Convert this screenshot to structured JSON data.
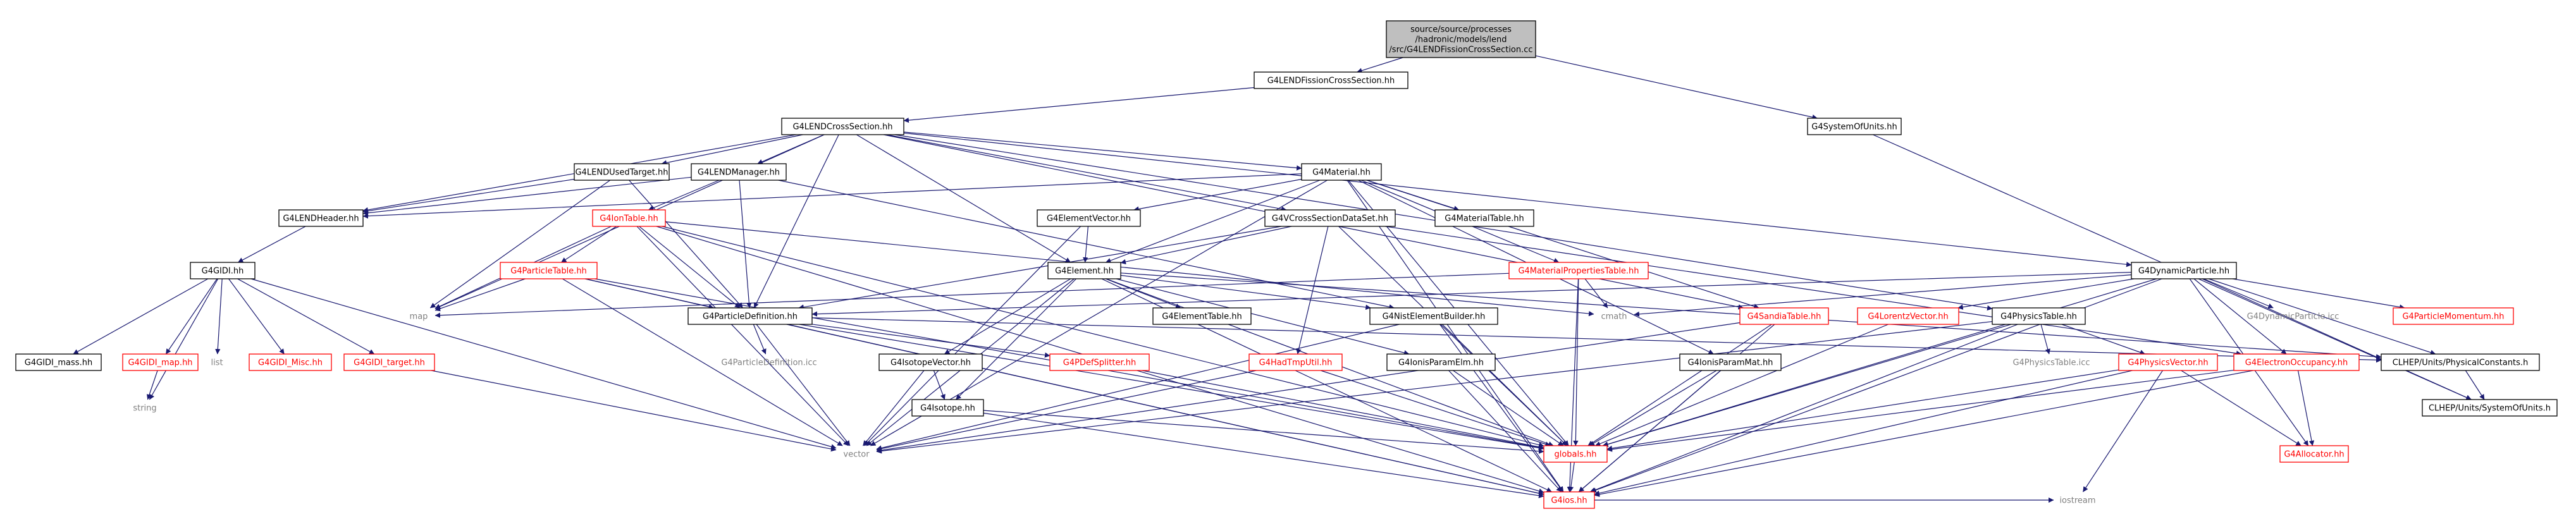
{
  "colors": {
    "edge": "#191970",
    "node_border": "#000000",
    "node_border_red": "#ff0000",
    "node_border_gray": "#bfbfbf",
    "text_dark": "#000000",
    "text_red": "#ff0000",
    "text_gray": "#808080",
    "root_fill": "#bfbfbf"
  },
  "nodes": [
    {
      "id": "root",
      "label": "source/source/processes\n/hadronic/models/lend\n/src/G4LENDFissionCrossSection.cc",
      "kind": "root"
    },
    {
      "id": "fiss",
      "label": "G4LENDFissionCrossSection.hh",
      "kind": "normal"
    },
    {
      "id": "cross",
      "label": "G4LENDCrossSection.hh",
      "kind": "normal"
    },
    {
      "id": "sysunits",
      "label": "G4SystemOfUnits.hh",
      "kind": "normal"
    },
    {
      "id": "used",
      "label": "G4LENDUsedTarget.hh",
      "kind": "normal"
    },
    {
      "id": "manager",
      "label": "G4LENDManager.hh",
      "kind": "normal"
    },
    {
      "id": "material",
      "label": "G4Material.hh",
      "kind": "normal"
    },
    {
      "id": "header",
      "label": "G4LENDHeader.hh",
      "kind": "normal"
    },
    {
      "id": "iontable",
      "label": "G4IonTable.hh",
      "kind": "red"
    },
    {
      "id": "elemvec",
      "label": "G4ElementVector.hh",
      "kind": "normal"
    },
    {
      "id": "vcross",
      "label": "G4VCrossSectionDataSet.hh",
      "kind": "normal"
    },
    {
      "id": "mattable",
      "label": "G4MaterialTable.hh",
      "kind": "normal"
    },
    {
      "id": "gidi",
      "label": "G4GIDI.hh",
      "kind": "normal"
    },
    {
      "id": "ptable",
      "label": "G4ParticleTable.hh",
      "kind": "red"
    },
    {
      "id": "element",
      "label": "G4Element.hh",
      "kind": "normal"
    },
    {
      "id": "matprop",
      "label": "G4MaterialPropertiesTable.hh",
      "kind": "red"
    },
    {
      "id": "dynpart",
      "label": "G4DynamicParticle.hh",
      "kind": "normal"
    },
    {
      "id": "map",
      "label": "map",
      "kind": "gray"
    },
    {
      "id": "pdef",
      "label": "G4ParticleDefinition.hh",
      "kind": "normal"
    },
    {
      "id": "elemtable",
      "label": "G4ElementTable.hh",
      "kind": "normal"
    },
    {
      "id": "nistbuild",
      "label": "G4NistElementBuilder.hh",
      "kind": "normal"
    },
    {
      "id": "cmath",
      "label": "cmath",
      "kind": "gray"
    },
    {
      "id": "sandia",
      "label": "G4SandiaTable.hh",
      "kind": "red"
    },
    {
      "id": "lorentz",
      "label": "G4LorentzVector.hh",
      "kind": "red"
    },
    {
      "id": "phystable",
      "label": "G4PhysicsTable.hh",
      "kind": "normal"
    },
    {
      "id": "dynicc",
      "label": "G4DynamicParticle.icc",
      "kind": "gray"
    },
    {
      "id": "pmom",
      "label": "G4ParticleMomentum.hh",
      "kind": "red"
    },
    {
      "id": "gidi_trans",
      "label": "G4GIDI_mass.hh",
      "kind": "normal"
    },
    {
      "id": "gidi_map",
      "label": "G4GIDI_map.hh",
      "kind": "red"
    },
    {
      "id": "list",
      "label": "list",
      "kind": "gray"
    },
    {
      "id": "gidi_misc",
      "label": "G4GIDI_Misc.hh",
      "kind": "red"
    },
    {
      "id": "gidi_target",
      "label": "G4GIDI_target.hh",
      "kind": "red"
    },
    {
      "id": "isovec",
      "label": "G4IsotopeVector.hh",
      "kind": "normal"
    },
    {
      "id": "pdeficc",
      "label": "G4ParticleDefinition.icc",
      "kind": "gray"
    },
    {
      "id": "pdefsplit",
      "label": "G4PDefSplitter.hh",
      "kind": "red"
    },
    {
      "id": "hadtmp",
      "label": "G4HadTmpUtil.hh",
      "kind": "red"
    },
    {
      "id": "ioniselm",
      "label": "G4IonisParamElm.hh",
      "kind": "normal"
    },
    {
      "id": "ionismat",
      "label": "G4IonisParamMat.hh",
      "kind": "normal"
    },
    {
      "id": "physicc",
      "label": "G4PhysicsTable.icc",
      "kind": "gray"
    },
    {
      "id": "physvec",
      "label": "G4PhysicsVector.hh",
      "kind": "red"
    },
    {
      "id": "eocc",
      "label": "G4ElectronOccupancy.hh",
      "kind": "red"
    },
    {
      "id": "clhepconst",
      "label": "CLHEP/Units/PhysicalConstants.h",
      "kind": "normal"
    },
    {
      "id": "clhepunits",
      "label": "CLHEP/Units/SystemOfUnits.h",
      "kind": "normal"
    },
    {
      "id": "string",
      "label": "string",
      "kind": "gray"
    },
    {
      "id": "isotope",
      "label": "G4Isotope.hh",
      "kind": "normal"
    },
    {
      "id": "vector",
      "label": "vector",
      "kind": "gray"
    },
    {
      "id": "globals",
      "label": "globals.hh",
      "kind": "red"
    },
    {
      "id": "allocator",
      "label": "G4Allocator.hh",
      "kind": "red"
    },
    {
      "id": "ios",
      "label": "G4ios.hh",
      "kind": "red"
    },
    {
      "id": "iostream",
      "label": "iostream",
      "kind": "gray"
    }
  ],
  "edges": [
    [
      "root",
      "fiss"
    ],
    [
      "root",
      "sysunits"
    ],
    [
      "fiss",
      "cross"
    ],
    [
      "sysunits",
      "clhepunits"
    ],
    [
      "cross",
      "used"
    ],
    [
      "cross",
      "manager"
    ],
    [
      "cross",
      "material"
    ],
    [
      "cross",
      "vcross"
    ],
    [
      "cross",
      "header"
    ],
    [
      "cross",
      "map"
    ],
    [
      "cross",
      "pdef"
    ],
    [
      "cross",
      "element"
    ],
    [
      "cross",
      "dynpart"
    ],
    [
      "cross",
      "phystable"
    ],
    [
      "cross",
      "sandia"
    ],
    [
      "used",
      "header"
    ],
    [
      "used",
      "map"
    ],
    [
      "used",
      "pdef"
    ],
    [
      "manager",
      "header"
    ],
    [
      "manager",
      "iontable"
    ],
    [
      "manager",
      "pdef"
    ],
    [
      "manager",
      "nistbuild"
    ],
    [
      "header",
      "gidi"
    ],
    [
      "material",
      "elemvec"
    ],
    [
      "material",
      "mattable"
    ],
    [
      "material",
      "matprop"
    ],
    [
      "material",
      "element"
    ],
    [
      "material",
      "sandia"
    ],
    [
      "material",
      "ionismat"
    ],
    [
      "material",
      "globals"
    ],
    [
      "material",
      "vector"
    ],
    [
      "material",
      "ios"
    ],
    [
      "material",
      "header"
    ],
    [
      "iontable",
      "ptable"
    ],
    [
      "iontable",
      "pdef"
    ],
    [
      "iontable",
      "map"
    ],
    [
      "iontable",
      "vector"
    ],
    [
      "iontable",
      "globals"
    ],
    [
      "iontable",
      "ios"
    ],
    [
      "iontable",
      "cmath"
    ],
    [
      "elemvec",
      "element"
    ],
    [
      "elemvec",
      "vector"
    ],
    [
      "vcross",
      "element"
    ],
    [
      "vcross",
      "pdef"
    ],
    [
      "vcross",
      "hadtmp"
    ],
    [
      "vcross",
      "globals"
    ],
    [
      "vcross",
      "eocc"
    ],
    [
      "ptable",
      "pdef"
    ],
    [
      "ptable",
      "map"
    ],
    [
      "ptable",
      "globals"
    ],
    [
      "ptable",
      "ios"
    ],
    [
      "ptable",
      "vector"
    ],
    [
      "element",
      "isotope"
    ],
    [
      "element",
      "isovec"
    ],
    [
      "element",
      "elemtable"
    ],
    [
      "element",
      "nistbuild"
    ],
    [
      "element",
      "ioniselm"
    ],
    [
      "element",
      "globals"
    ],
    [
      "element",
      "ios"
    ],
    [
      "element",
      "vector"
    ],
    [
      "element",
      "clhepconst"
    ],
    [
      "matprop",
      "map"
    ],
    [
      "matprop",
      "cmath"
    ],
    [
      "matprop",
      "globals"
    ],
    [
      "matprop",
      "ios"
    ],
    [
      "dynpart",
      "pdef"
    ],
    [
      "dynpart",
      "lorentz"
    ],
    [
      "dynpart",
      "dynicc"
    ],
    [
      "dynpart",
      "pmom"
    ],
    [
      "dynpart",
      "eocc"
    ],
    [
      "dynpart",
      "globals"
    ],
    [
      "dynpart",
      "ios"
    ],
    [
      "dynpart",
      "clhepunits"
    ],
    [
      "dynpart",
      "allocator"
    ],
    [
      "dynpart",
      "cmath"
    ],
    [
      "dynpart",
      "clhepconst"
    ],
    [
      "gidi",
      "gidi_trans"
    ],
    [
      "gidi",
      "gidi_map"
    ],
    [
      "gidi",
      "list"
    ],
    [
      "gidi",
      "gidi_misc"
    ],
    [
      "gidi",
      "gidi_target"
    ],
    [
      "gidi",
      "string"
    ],
    [
      "gidi",
      "vector"
    ],
    [
      "gidi_map",
      "string"
    ],
    [
      "gidi_target",
      "vector"
    ],
    [
      "pdef",
      "pdeficc"
    ],
    [
      "pdef",
      "pdefsplit"
    ],
    [
      "pdef",
      "globals"
    ],
    [
      "pdef",
      "ios"
    ],
    [
      "pdef",
      "vector"
    ],
    [
      "pdef",
      "clhepconst"
    ],
    [
      "nistbuild",
      "globals"
    ],
    [
      "nistbuild",
      "ios"
    ],
    [
      "nistbuild",
      "vector"
    ],
    [
      "sandia",
      "globals"
    ],
    [
      "sandia",
      "ios"
    ],
    [
      "sandia",
      "vector"
    ],
    [
      "lorentz",
      "globals"
    ],
    [
      "phystable",
      "physicc"
    ],
    [
      "phystable",
      "physvec"
    ],
    [
      "phystable",
      "globals"
    ],
    [
      "phystable",
      "vector"
    ],
    [
      "phystable",
      "ios"
    ],
    [
      "isovec",
      "isotope"
    ],
    [
      "isovec",
      "vector"
    ],
    [
      "pdefsplit",
      "globals"
    ],
    [
      "hadtmp",
      "globals"
    ],
    [
      "hadtmp",
      "vector"
    ],
    [
      "ioniselm",
      "globals"
    ],
    [
      "ioniselm",
      "ios"
    ],
    [
      "ionismat",
      "globals"
    ],
    [
      "ionismat",
      "ios"
    ],
    [
      "physvec",
      "globals"
    ],
    [
      "physvec",
      "ios"
    ],
    [
      "physvec",
      "iostream"
    ],
    [
      "physvec",
      "allocator"
    ],
    [
      "eocc",
      "globals"
    ],
    [
      "eocc",
      "allocator"
    ],
    [
      "eocc",
      "ios"
    ],
    [
      "clhepconst",
      "clhepunits"
    ],
    [
      "isotope",
      "globals"
    ],
    [
      "isotope",
      "ios"
    ],
    [
      "globals",
      "ios"
    ],
    [
      "ios",
      "iostream"
    ]
  ]
}
